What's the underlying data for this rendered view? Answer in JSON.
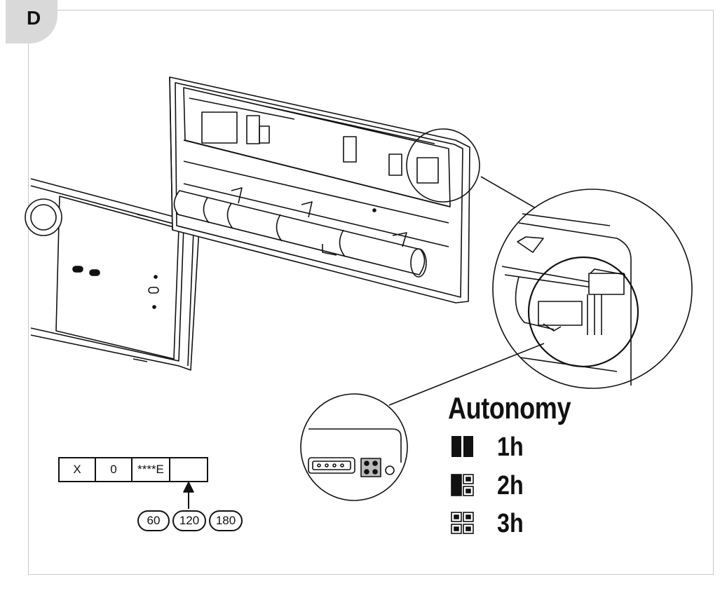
{
  "panel": {
    "label": "D"
  },
  "code_box": {
    "cells": [
      "X",
      "0",
      "****E",
      ""
    ]
  },
  "time_options": [
    "60",
    "120",
    "180"
  ],
  "autonomy": {
    "title": "Autonomy",
    "options": [
      {
        "label": "1h",
        "jumper": "both-bridged"
      },
      {
        "label": "2h",
        "jumper": "one-bridged"
      },
      {
        "label": "3h",
        "jumper": "none-bridged"
      }
    ]
  },
  "colors": {
    "badge": "#d9d9d9",
    "line": "#111111",
    "frame": "#c9c9c9"
  }
}
